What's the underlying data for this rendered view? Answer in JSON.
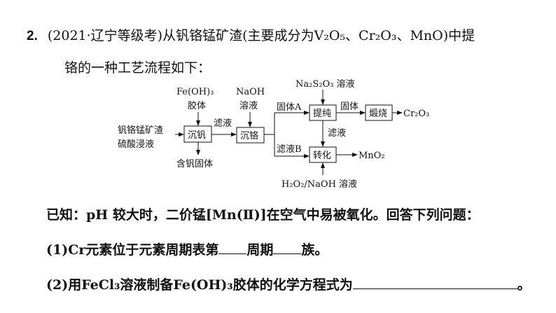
{
  "question": {
    "number": "2.",
    "source": "(2021·辽宁等级考)",
    "stem_part1": "从钒铬锰矿渣(主要成分为",
    "stem_part2": "V₂O₅、Cr₂O₃、MnO)中提",
    "stem_line2": "铬的一种工艺流程如下："
  },
  "flow": {
    "raw_material_1": "钒铬锰矿渣",
    "raw_material_2": "硫酸浸液",
    "reagent_feoh3_1": "Fe(OH)₃",
    "reagent_feoh3_2": "胶体",
    "box_vanadium": "沉钒",
    "vanadium_solid": "含钒固体",
    "filtrate_1": "滤液",
    "reagent_naoh_1": "NaOH",
    "reagent_naoh_2": "溶液",
    "box_chromium": "沉铬",
    "solid_a": "固体A",
    "filtrate_b": "滤液B",
    "reagent_na2s2o3": "Na₂S₂O₃ 溶液",
    "box_purify": "提纯",
    "solid": "固体",
    "box_calcine": "煅烧",
    "product_cr2o3": "Cr₂O₃",
    "filtrate_2": "滤液",
    "box_convert": "转化",
    "product_mno2": "MnO₂",
    "reagent_h2o2": "H₂O₂/NaOH 溶液"
  },
  "known": "已知：pH 较大时，二价锰[Mn(Ⅱ)]在空气中易被氧化。回答下列问题：",
  "q1": {
    "part1": "(1)Cr元素位于元素周期表第",
    "part2": "周期",
    "part3": "族。"
  },
  "q2": {
    "part1": "(2)用FeCl₃溶液制备Fe(OH)₃胶体的化学方程式为",
    "end": "。"
  }
}
